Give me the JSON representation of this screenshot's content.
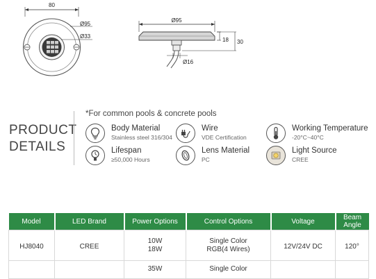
{
  "drawing": {
    "front": {
      "width": "80",
      "outer_dia": "Ø95",
      "inner_dia": "Ø33"
    },
    "side": {
      "top_dia": "Ø95",
      "body_h": "18",
      "total_h": "30",
      "cable_dia": "Ø16"
    }
  },
  "section": {
    "title_line1": "PRODUCT",
    "title_line2": "DETAILS",
    "note": "*For common pools & concrete pools"
  },
  "features": [
    {
      "icon": "bulb-icon",
      "title": "Body Material",
      "sub": "Stainless steel 316/304"
    },
    {
      "icon": "plug-icon",
      "title": "Wire",
      "sub": "VDE Certification"
    },
    {
      "icon": "thermometer-icon",
      "title": "Working Temperature",
      "sub": "-20°C~40°C"
    },
    {
      "icon": "lamp-icon",
      "title": "Lifespan",
      "sub": "≥50,000 Hours"
    },
    {
      "icon": "lens-icon",
      "title": "Lens Material",
      "sub": "PC"
    },
    {
      "icon": "chip-icon",
      "title": "Light Source",
      "sub": "CREE"
    }
  ],
  "table": {
    "headers": [
      "Model",
      "LED Brand",
      "Power Options",
      "Control Options",
      "Voltage",
      "Beam Angle"
    ],
    "model": "HJ8040",
    "brand": "CREE",
    "rows": [
      {
        "power": "10W",
        "control": "Single Color"
      },
      {
        "power": "18W",
        "control": "RGB(4 Wires)"
      },
      {
        "power": "35W",
        "control": "Single Color"
      }
    ],
    "voltage": "12V/24V DC",
    "beam": "120°"
  },
  "colors": {
    "header_green": "#2e8b46"
  }
}
